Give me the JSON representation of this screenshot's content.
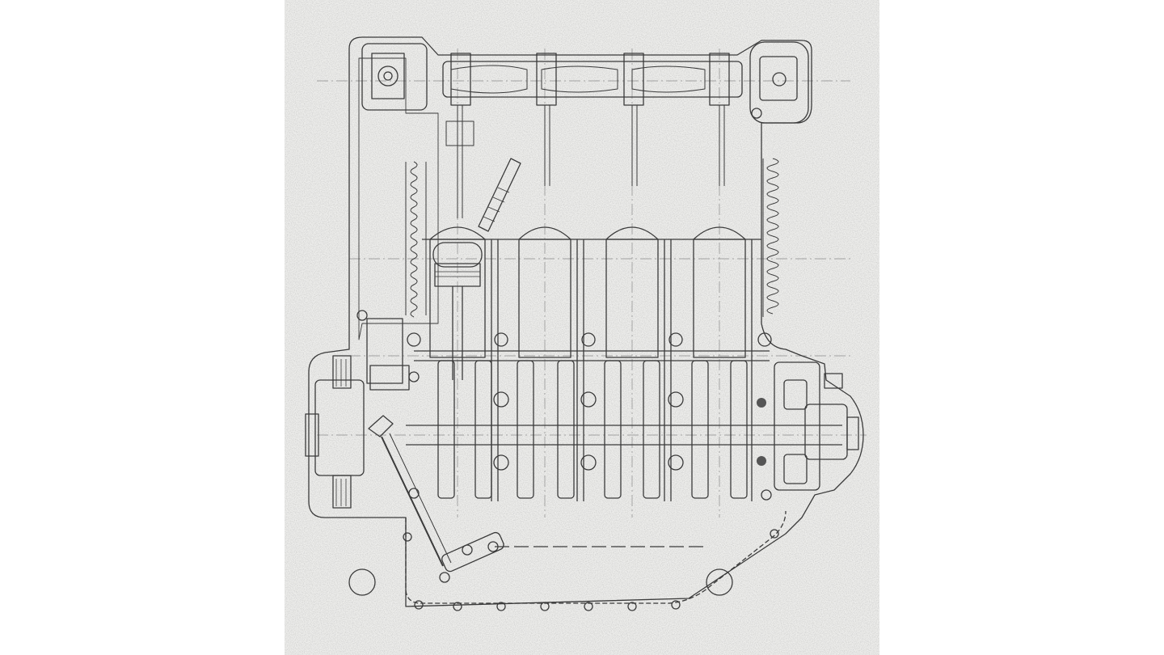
{
  "figure": {
    "kind": "technical-drawing",
    "subject": "engine-cross-section",
    "cylinder_count": 4,
    "colors": {
      "page_background": "#ffffff",
      "paper": "#eeeeec",
      "ink": "#3a3a3a",
      "ink_light": "#8a8a8a"
    }
  }
}
